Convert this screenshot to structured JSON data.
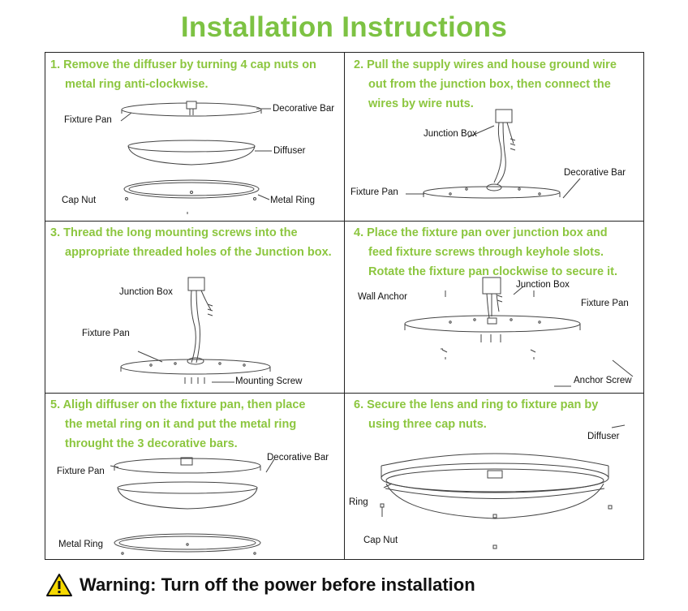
{
  "title": "Installation Instructions",
  "steps": [
    {
      "lines": [
        "1. Remove the diffuser by turning 4 cap nuts on",
        "metal ring anti-clockwise."
      ],
      "labels": {
        "fixture_pan": "Fixture Pan",
        "decorative_bar": "Decorative Bar",
        "diffuser": "Diffuser",
        "cap_nut": "Cap Nut",
        "metal_ring": "Metal Ring"
      }
    },
    {
      "lines": [
        "2. Pull the supply wires and house ground wire",
        "out from the junction box, then connect the",
        "wires by wire nuts."
      ],
      "labels": {
        "junction_box": "Junction Box",
        "decorative_bar": "Decorative Bar",
        "fixture_pan": "Fixture Pan"
      }
    },
    {
      "lines": [
        "3. Thread the long mounting screws into the",
        "appropriate threaded holes of the Junction box."
      ],
      "labels": {
        "junction_box": "Junction Box",
        "fixture_pan": "Fixture Pan",
        "mounting_screw": "Mounting Screw"
      }
    },
    {
      "lines": [
        "4. Place the fixture pan over junction box and",
        "feed fixture screws through keyhole slots.",
        "Rotate the fixture pan clockwise to secure it."
      ],
      "labels": {
        "wall_anchor": "Wall Anchor",
        "junction_box": "Junction Box",
        "fixture_pan": "Fixture Pan",
        "anchor_screw": "Anchor Screw"
      }
    },
    {
      "lines": [
        "5. Aligh diffuser on the fixture pan, then place",
        "the metal ring on it and put the metal ring",
        "throught the 3 decorative bars."
      ],
      "labels": {
        "decorative_bar": "Decorative Bar",
        "fixture_pan": "Fixture Pan",
        "metal_ring": "Metal Ring"
      }
    },
    {
      "lines": [
        "6. Secure the lens and ring to fixture pan by",
        "using three cap nuts."
      ],
      "labels": {
        "diffuser": "Diffuser",
        "ring": "Ring",
        "cap_nut": "Cap Nut"
      }
    }
  ],
  "warning": {
    "text": "Warning: Turn off the power before installation",
    "icon": "warning-triangle-icon",
    "icon_color": "#f5d800"
  },
  "colors": {
    "title": "#7dc243",
    "step_text": "#8cc63f",
    "border": "#222222"
  }
}
